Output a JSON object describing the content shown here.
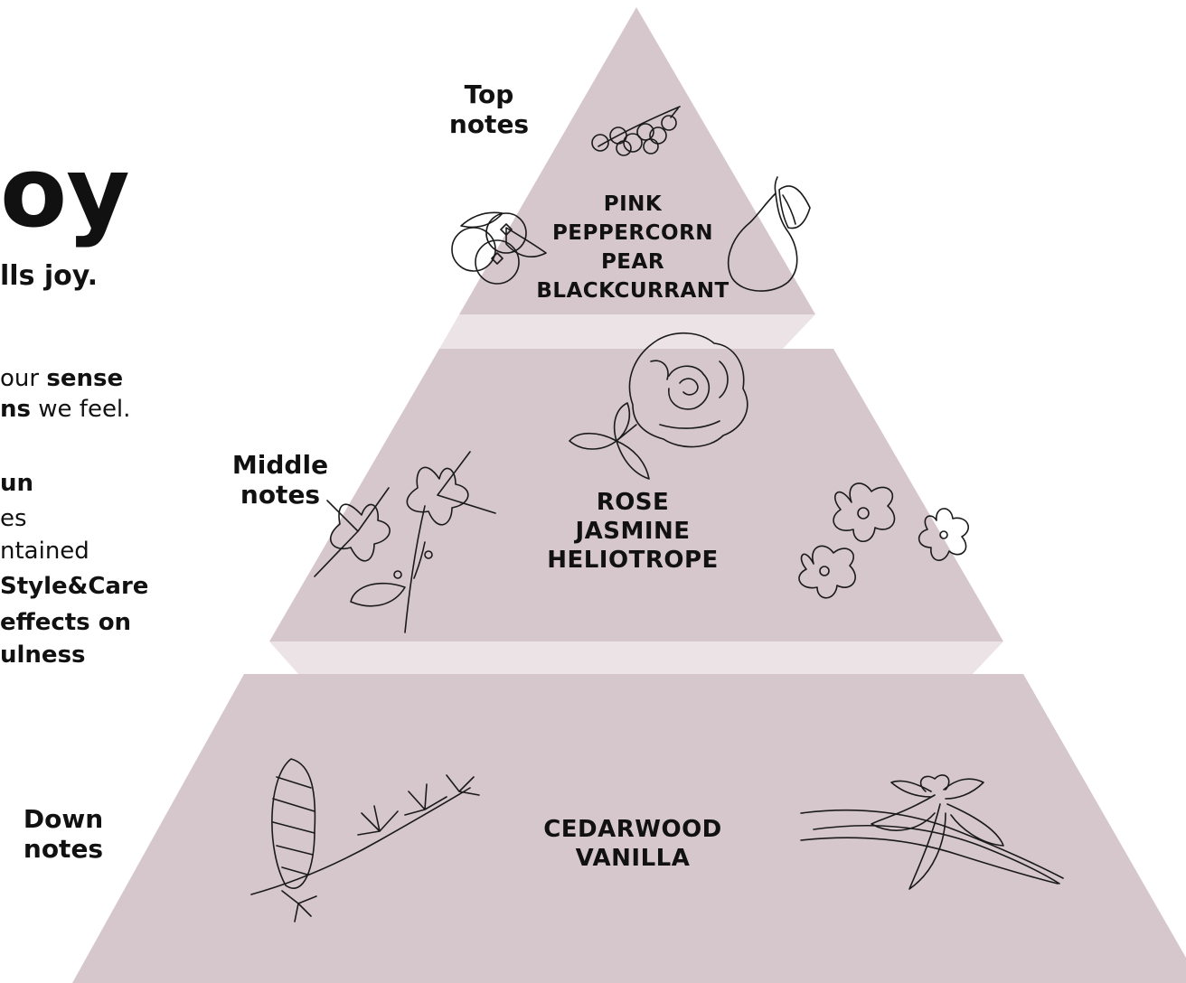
{
  "intro": {
    "heading": "oy",
    "subheading": "lls joy.",
    "para1": [
      {
        "plain": "our ",
        "bold": "sense"
      },
      {
        "plain": " we feel.",
        "bold": "ns",
        "bold_first": true
      }
    ],
    "para2": [
      {
        "text": "un",
        "bold": true
      },
      {
        "text": "es",
        "bold": false
      },
      {
        "text": "ntained",
        "bold": false
      },
      {
        "text": "Style&Care",
        "bold": true
      },
      {
        "text": "effects on",
        "bold": true
      },
      {
        "text": "ulness",
        "bold": true
      }
    ]
  },
  "pyramid": {
    "fill_color": "#d6c7cd",
    "bevel_color": "#ece3e6",
    "tiers": [
      {
        "label": "Top\nnotes",
        "notes": [
          "PINK",
          "PEPPERCORN",
          "PEAR",
          "BLACKCURRANT"
        ],
        "icons": [
          "pink-peppercorn-icon",
          "blackcurrant-icon",
          "pear-icon"
        ]
      },
      {
        "label": "Middle\nnotes",
        "notes": [
          "ROSE",
          "JASMINE",
          "HELIOTROPE"
        ],
        "icons": [
          "rose-icon",
          "jasmine-icon",
          "heliotrope-icon"
        ]
      },
      {
        "label": "Down\nnotes",
        "notes": [
          "CEDARWOOD",
          "VANILLA"
        ],
        "icons": [
          "cedar-branch-icon",
          "vanilla-icon"
        ]
      }
    ]
  }
}
